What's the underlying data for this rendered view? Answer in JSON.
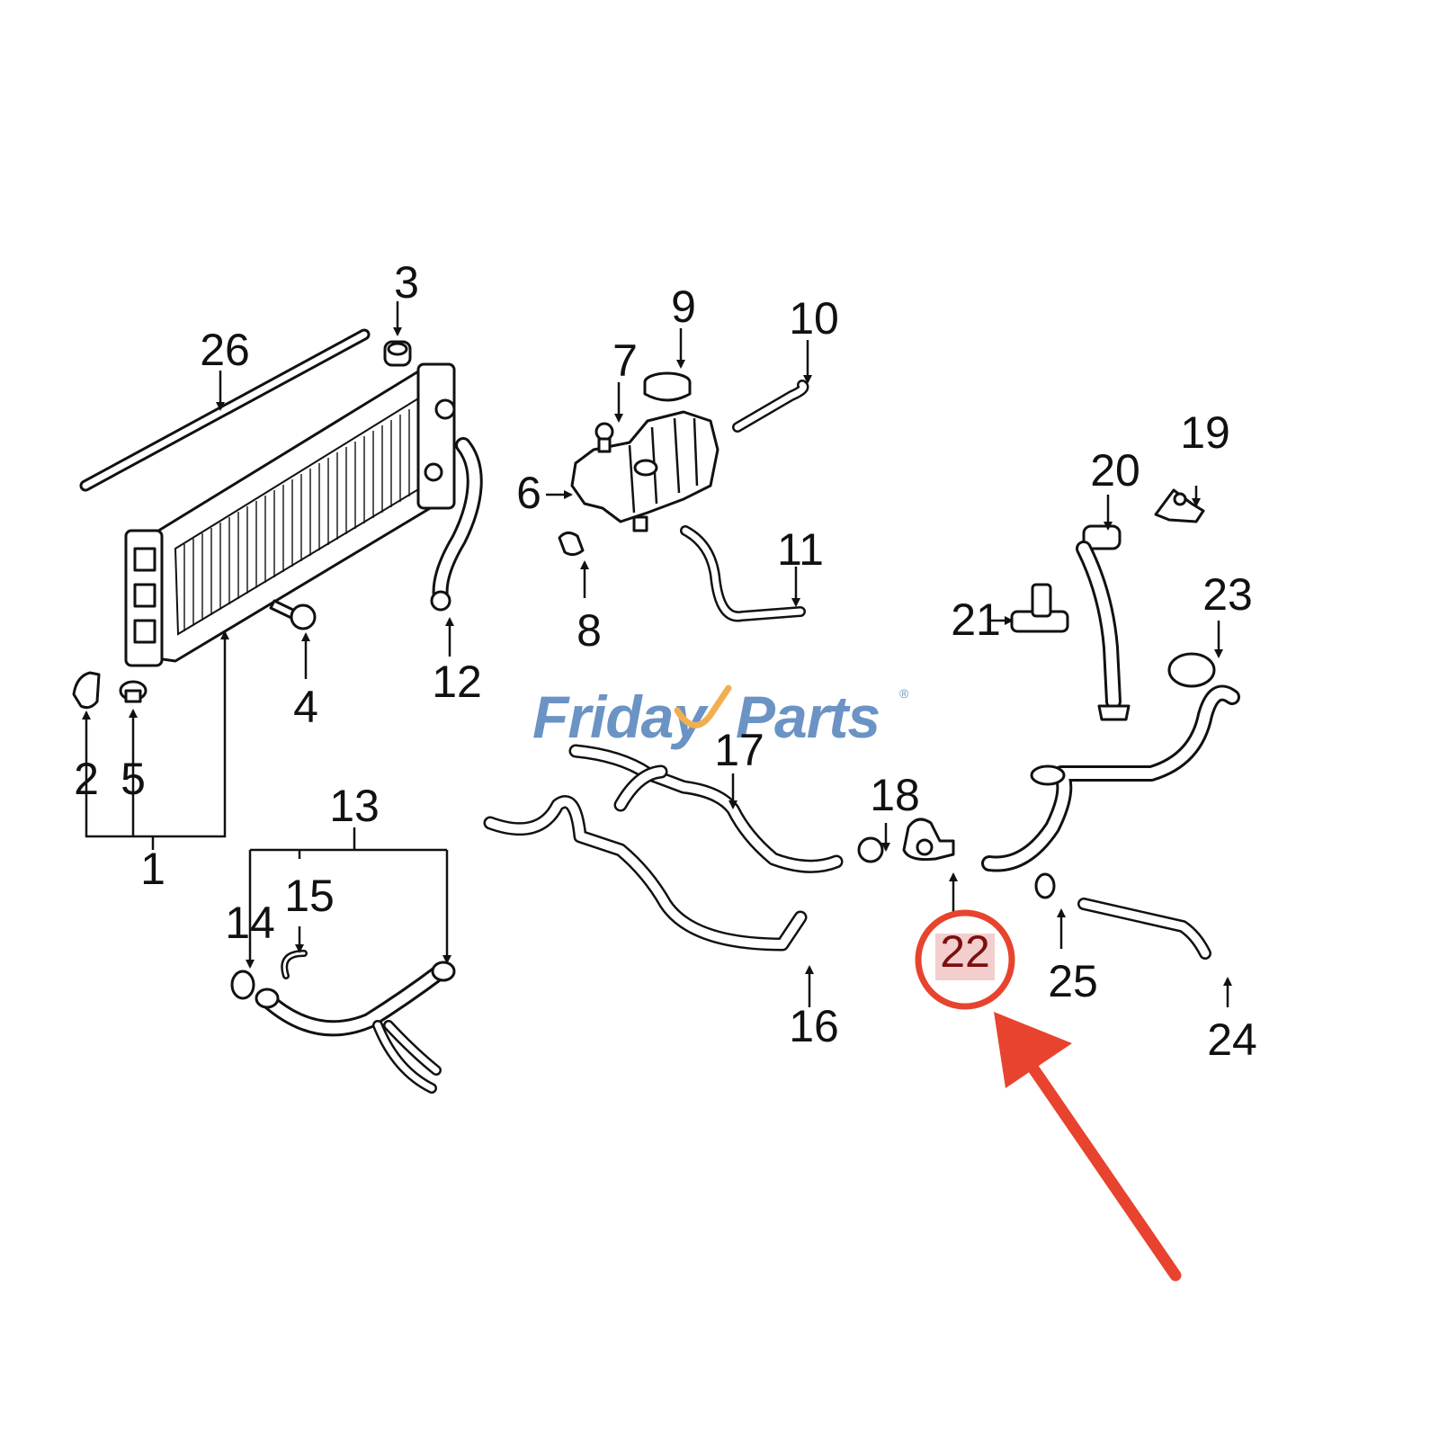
{
  "watermark": {
    "part1": "Friday",
    "part2": "Parts",
    "reg": "®",
    "color": "#6b93c4",
    "accent": "#f0b050"
  },
  "callouts": {
    "c1": "1",
    "c2": "2",
    "c3": "3",
    "c4": "4",
    "c5": "5",
    "c6": "6",
    "c7": "7",
    "c8": "8",
    "c9": "9",
    "c10": "10",
    "c11": "11",
    "c12": "12",
    "c13": "13",
    "c14": "14",
    "c15": "15",
    "c16": "16",
    "c17": "17",
    "c18": "18",
    "c19": "19",
    "c20": "20",
    "c21": "21",
    "c22": "22",
    "c23": "23",
    "c24": "24",
    "c25": "25",
    "c26": "26"
  },
  "highlight": {
    "label": "22",
    "ring_color": "#e8432e",
    "arrow_color": "#e8432e"
  }
}
